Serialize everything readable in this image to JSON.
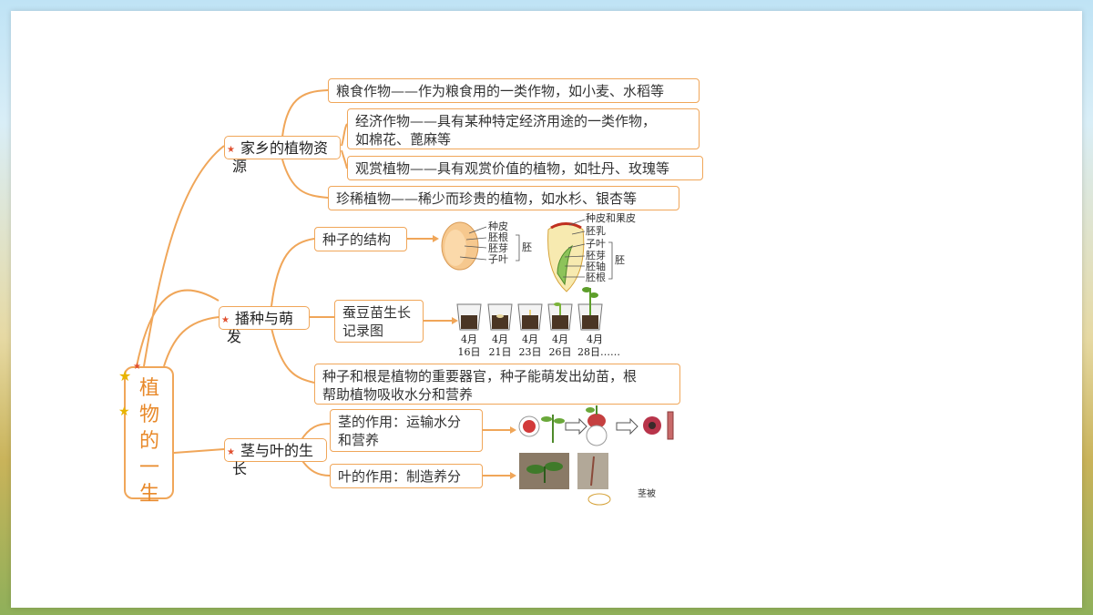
{
  "root": {
    "title": "植物的一生"
  },
  "branches": [
    {
      "label": "家乡的植物资源",
      "items": [
        "粮食作物——作为粮食用的一类作物，如小麦、水稻等",
        "经济作物——具有某种特定经济用途的一类作物，",
        "如棉花、蓖麻等",
        "观赏植物——具有观赏价值的植物，如牡丹、玫瑰等",
        "珍稀植物——稀少而珍贵的植物，如水杉、银杏等"
      ]
    },
    {
      "label": "播种与萌发",
      "seed_structure": "种子的结构",
      "bean_labels": [
        "种皮",
        "胚根",
        "胚芽",
        "子叶"
      ],
      "bean_group": "胚",
      "corn_labels": [
        "种皮和果皮",
        "胚乳",
        "子叶",
        "胚芽",
        "胚轴",
        "胚根"
      ],
      "corn_group": "胚",
      "record_title_1": "蚕豆苗生长",
      "record_title_2": "记录图",
      "dates": [
        {
          "m": "4月",
          "d": "16日"
        },
        {
          "m": "4月",
          "d": "21日"
        },
        {
          "m": "4月",
          "d": "23日"
        },
        {
          "m": "4月",
          "d": "26日"
        },
        {
          "m": "4月",
          "d": "28日……"
        }
      ],
      "summary_1": "种子和根是植物的重要器官，种子能萌发出幼苗，根",
      "summary_2": "帮助植物吸收水分和营养"
    },
    {
      "label": "茎与叶的生长",
      "stem_1": "茎的作用：运输水分",
      "stem_2": "和营养",
      "leaf": "叶的作用：制造养分",
      "partial_label": "茎被"
    }
  ],
  "colors": {
    "accent": "#f0a659",
    "root_text": "#e8892a",
    "star": "#e05030"
  }
}
